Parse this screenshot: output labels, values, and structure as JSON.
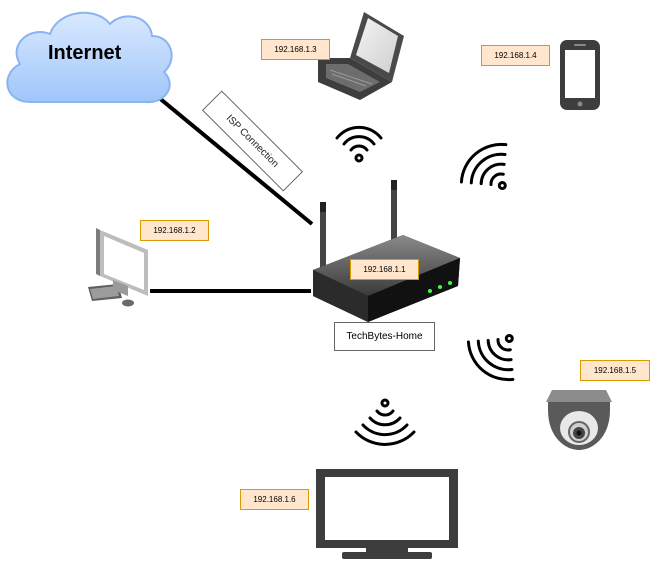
{
  "internet": {
    "label": "Internet"
  },
  "isp_link": {
    "label": "ISP Connection"
  },
  "router": {
    "ip": "192.168.1.1",
    "ssid": "TechBytes-Home"
  },
  "devices": {
    "desktop": {
      "ip": "192.168.1.2"
    },
    "laptop": {
      "ip": "192.168.1.3"
    },
    "phone": {
      "ip": "192.168.1.4"
    },
    "camera": {
      "ip": "192.168.1.5"
    },
    "tv": {
      "ip": "192.168.1.6"
    }
  },
  "colors": {
    "cloud_fill": "#bcd8ff",
    "cloud_stroke": "#8ab4f0",
    "ip_fill": "#ffe6cc",
    "ip_stroke": "#d79b00",
    "device_dark": "#3d3d3d",
    "link": "#000000"
  },
  "icons": [
    "cloud-icon",
    "laptop-icon",
    "smartphone-icon",
    "router-icon",
    "desktop-pc-icon",
    "security-camera-icon",
    "monitor-tv-icon",
    "wifi-signal-icon"
  ]
}
